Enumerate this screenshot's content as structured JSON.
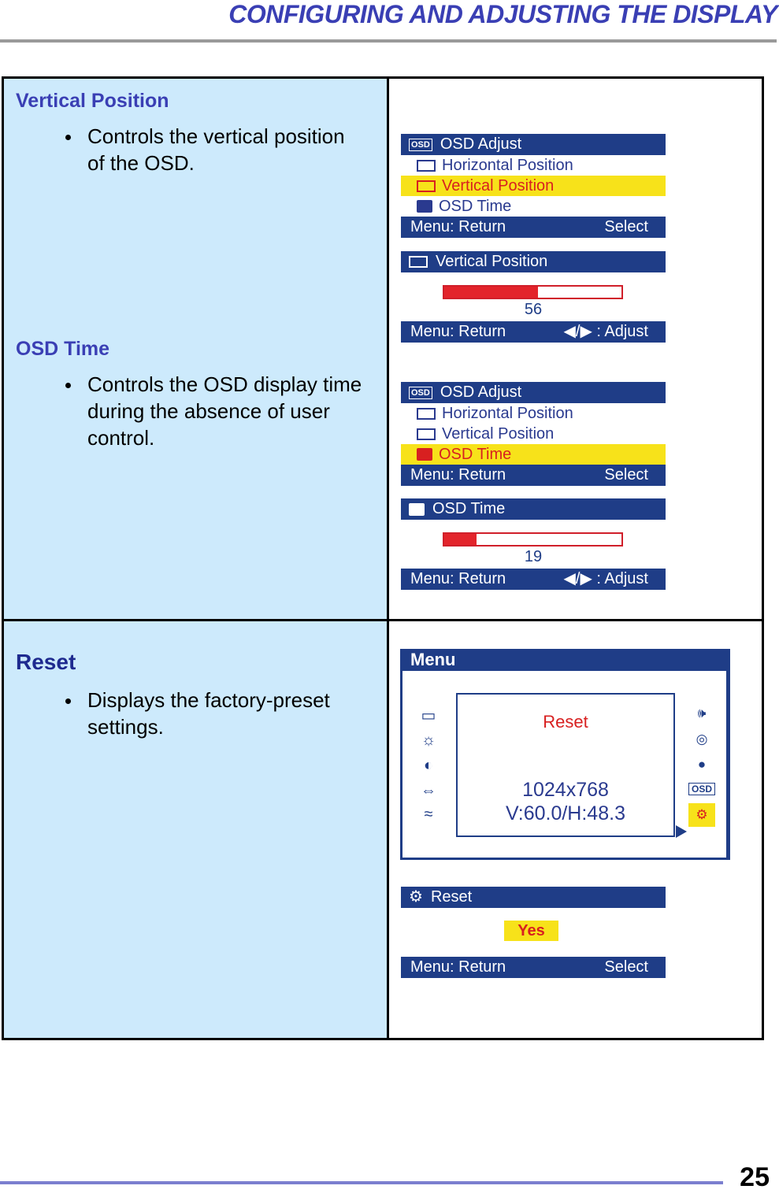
{
  "header": {
    "title": "CONFIGURING AND ADJUSTING THE DISPLAY"
  },
  "sections": {
    "vertical": {
      "heading": "Vertical Position",
      "bullet": "Controls the vertical position of the OSD."
    },
    "osdtime": {
      "heading": "OSD Time",
      "bullet": "Controls the OSD display time during the absence of user control."
    },
    "reset": {
      "heading": "Reset",
      "bullet": "Displays the factory-preset settings."
    }
  },
  "osd_menu": {
    "title": "OSD Adjust",
    "items": [
      "Horizontal Position",
      "Vertical Position",
      "OSD Time"
    ],
    "footer_left": "Menu: Return",
    "footer_right": "Select"
  },
  "vpos_slider": {
    "title": "Vertical Position",
    "value": "56",
    "fill_fraction": 0.53,
    "footer_left": "Menu: Return",
    "footer_right": "◀/▶ : Adjust"
  },
  "osdtime_slider": {
    "title": "OSD Time",
    "value": "19",
    "fill_fraction": 0.18,
    "footer_left": "Menu: Return",
    "footer_right": "◀/▶ : Adjust"
  },
  "main_menu": {
    "title": "Menu",
    "screen_label": "Reset",
    "resolution": "1024x768",
    "frequency": "V:60.0/H:48.3",
    "right_osd_icon": "OSD",
    "left_icons": [
      "picture-icon",
      "brightness-icon",
      "contrast-icon",
      "size-icon",
      "phase-icon"
    ],
    "right_icons": [
      "audio-icon",
      "color-icon",
      "language-icon",
      "osd-icon",
      "reset-icon"
    ]
  },
  "reset_dialog": {
    "title": "Reset",
    "option": "Yes",
    "footer_left": "Menu: Return",
    "footer_right": "Select"
  },
  "page": {
    "number": "25"
  },
  "colors": {
    "osd_blue": "#1f3d87",
    "highlight": "#f7e21a",
    "selected_text": "#d82020",
    "panel_bg": "#cdeafc"
  }
}
